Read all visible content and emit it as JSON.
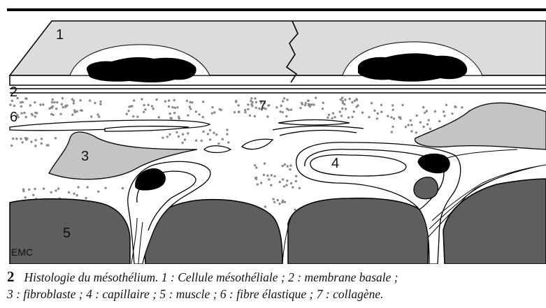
{
  "figure": {
    "labels": {
      "l1": "1",
      "l2": "2",
      "l3": "3",
      "l4": "4",
      "l5": "5",
      "l6": "6",
      "l7": "7"
    },
    "logo_text": "EMC",
    "colors": {
      "cell_fill": "#dcdcdc",
      "nucleus": "#000000",
      "muscle": "#5e5e5e",
      "fibroblast": "#c4c4c4",
      "collagen_dots": "#8a8a8a"
    }
  },
  "caption": {
    "number": "2",
    "line1": "Histologie du mésothélium. 1 : Cellule mésothéliale ; 2 : membrane basale ;",
    "line2": "3 : fibroblaste ; 4 : capillaire ; 5 : muscle ; 6 : fibre élastique ; 7 : collagène."
  }
}
